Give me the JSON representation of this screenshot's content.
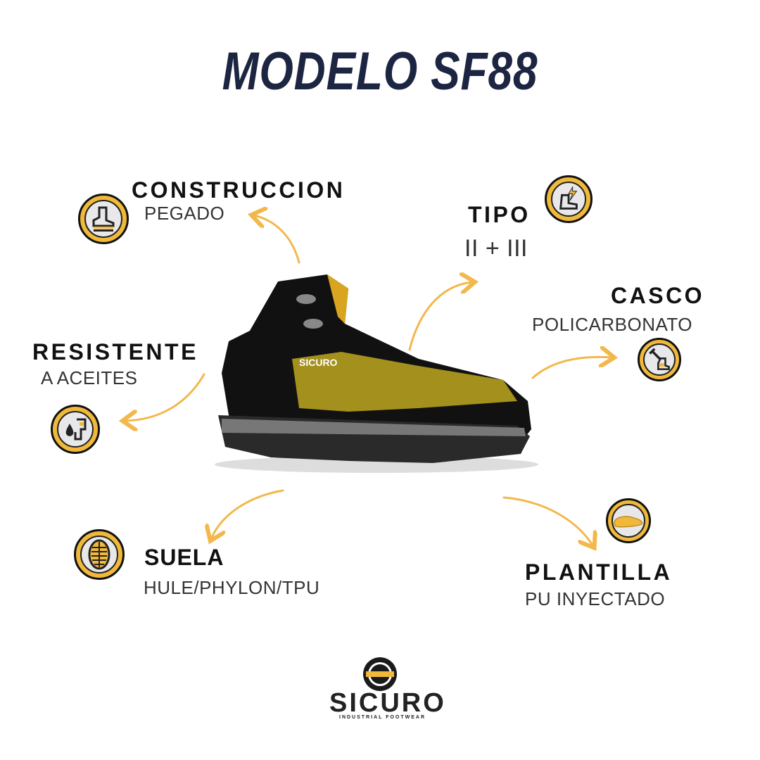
{
  "title": "MODELO SF88",
  "features": {
    "construccion": {
      "label": "CONSTRUCCION",
      "value": "PEGADO",
      "icon": "boot-sole-icon"
    },
    "tipo": {
      "label": "TIPO",
      "value": "II + III",
      "icon": "electric-boot-icon"
    },
    "casco": {
      "label": "CASCO",
      "value": "POLICARBONATO",
      "icon": "toe-cap-hammer-icon"
    },
    "resistente": {
      "label": "RESISTENTE",
      "value": "A ACEITES",
      "icon": "oil-drop-boot-icon"
    },
    "suela": {
      "label": "SUELA",
      "value": "HULE/PHYLON/TPU",
      "icon": "outsole-icon"
    },
    "plantilla": {
      "label": "PLANTILLA",
      "value": "PU INYECTADO",
      "icon": "insole-icon"
    }
  },
  "product": {
    "brand_on_boot": "SICURO"
  },
  "logo": {
    "name": "SICURO",
    "tagline": "INDUSTRIAL FOOTWEAR"
  },
  "colors": {
    "accent": "#f0b93a",
    "title": "#1c2541",
    "arrow": "#f2b84b"
  }
}
